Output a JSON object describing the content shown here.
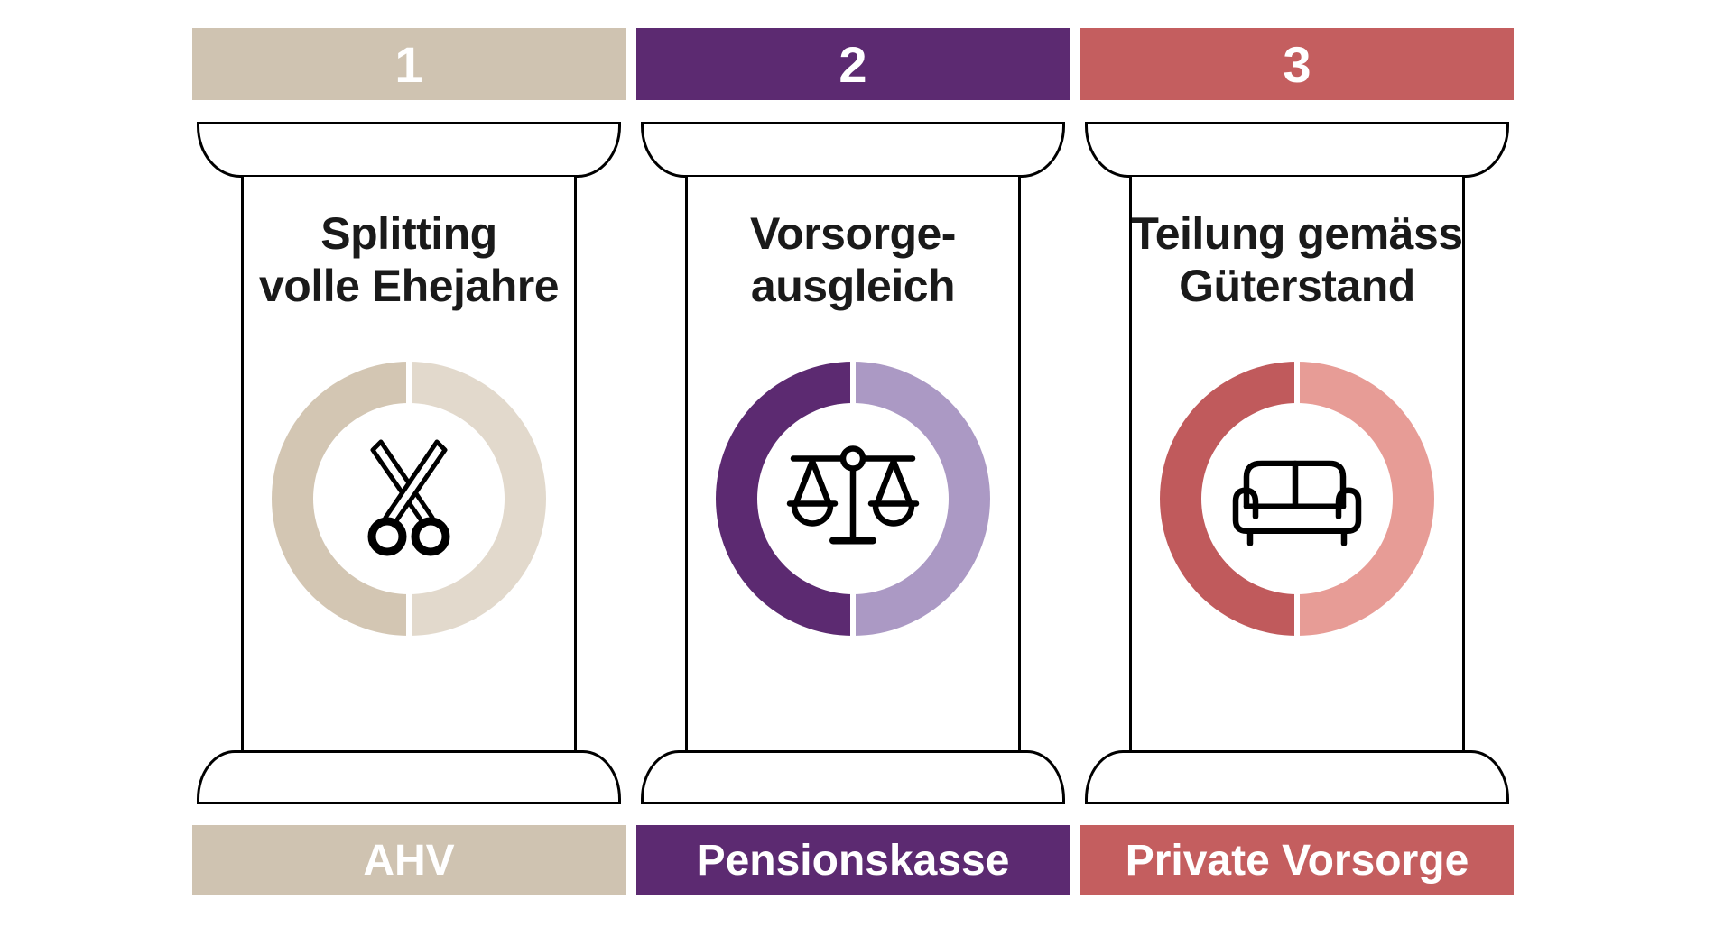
{
  "figure": {
    "background_color": "#ffffff",
    "description_labels": {
      "pillar_count": "3"
    }
  },
  "pillars": [
    {
      "number": "1",
      "title_line1": "Splitting",
      "title_line2": "volle Ehejahre",
      "footer_label": "AHV",
      "icon": "scissors-icon",
      "ring_split_percent": [
        50,
        50
      ],
      "colors": {
        "bar": "#cfc3b1",
        "ring_left": "#d3c6b3",
        "ring_right": "#e2d9cc"
      }
    },
    {
      "number": "2",
      "title_line1": "Vorsorge-",
      "title_line2": "ausgleich",
      "footer_label": "Pensionskasse",
      "icon": "scales-icon",
      "ring_split_percent": [
        50,
        50
      ],
      "colors": {
        "bar": "#5c2a71",
        "ring_left": "#5c2a71",
        "ring_right": "#ab99c4"
      }
    },
    {
      "number": "3",
      "title_line1": "Teilung gemäss",
      "title_line2": "Güterstand",
      "footer_label": "Private Vorsorge",
      "icon": "couch-icon",
      "ring_split_percent": [
        50,
        50
      ],
      "colors": {
        "bar": "#c45e5f",
        "ring_left": "#c05a5c",
        "ring_right": "#e79c96"
      }
    }
  ],
  "text_colors": {
    "bar_text": "#ffffff",
    "title_text": "#1a1a1a",
    "outline": "#000000"
  }
}
